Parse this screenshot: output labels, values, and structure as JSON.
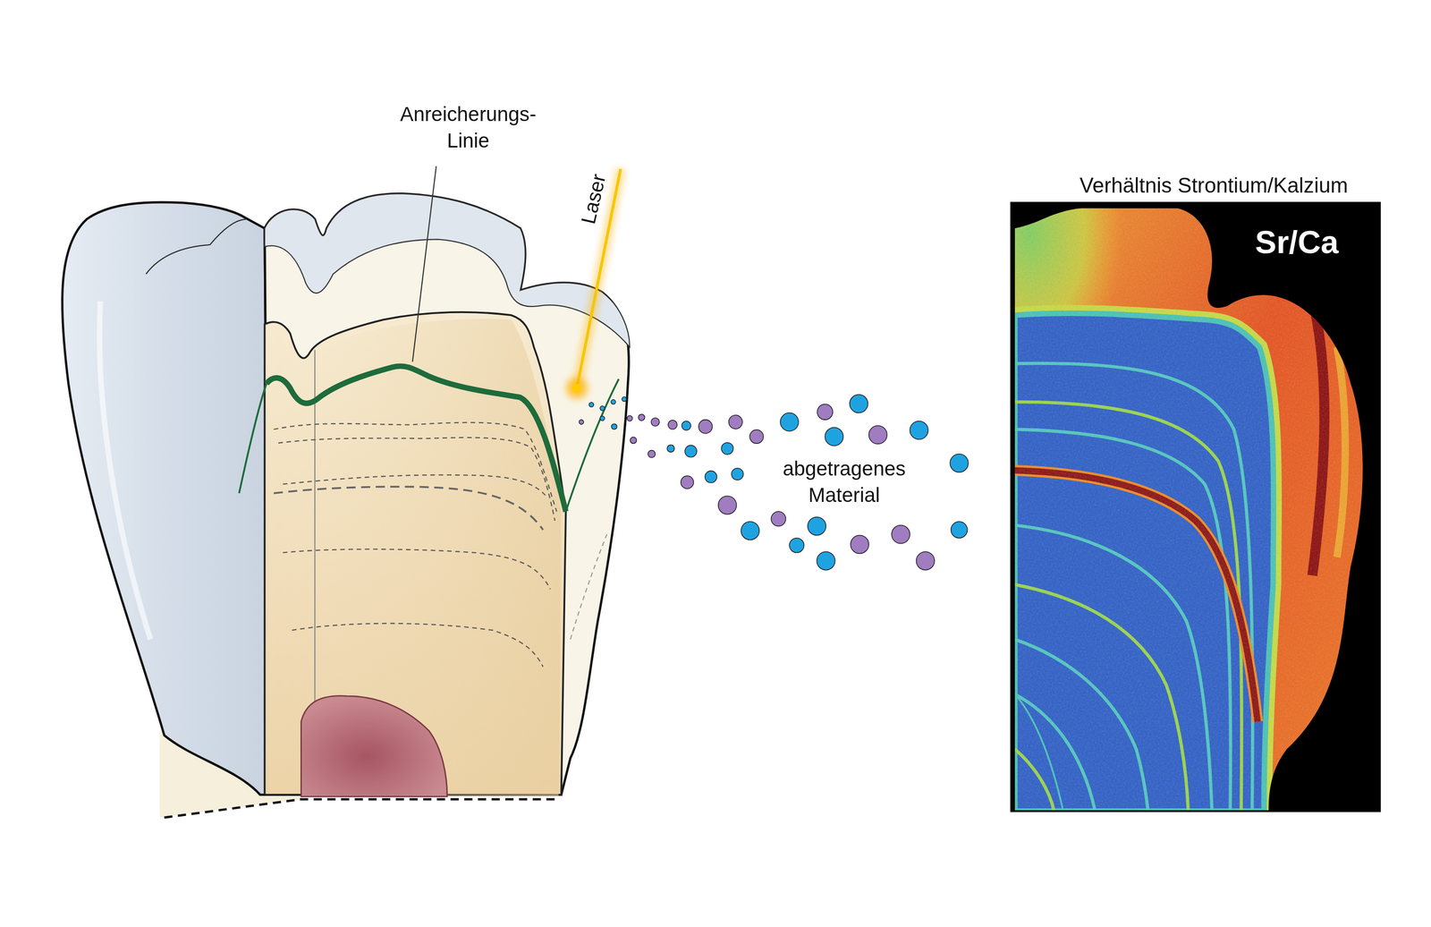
{
  "diagram": {
    "labels": [
      "Anreicherungs- Linie",
      "Laser",
      "abgetragenes Material",
      "Verhältnis Strontium/Kalzium",
      "Sr/Ca"
    ]
  }
}
